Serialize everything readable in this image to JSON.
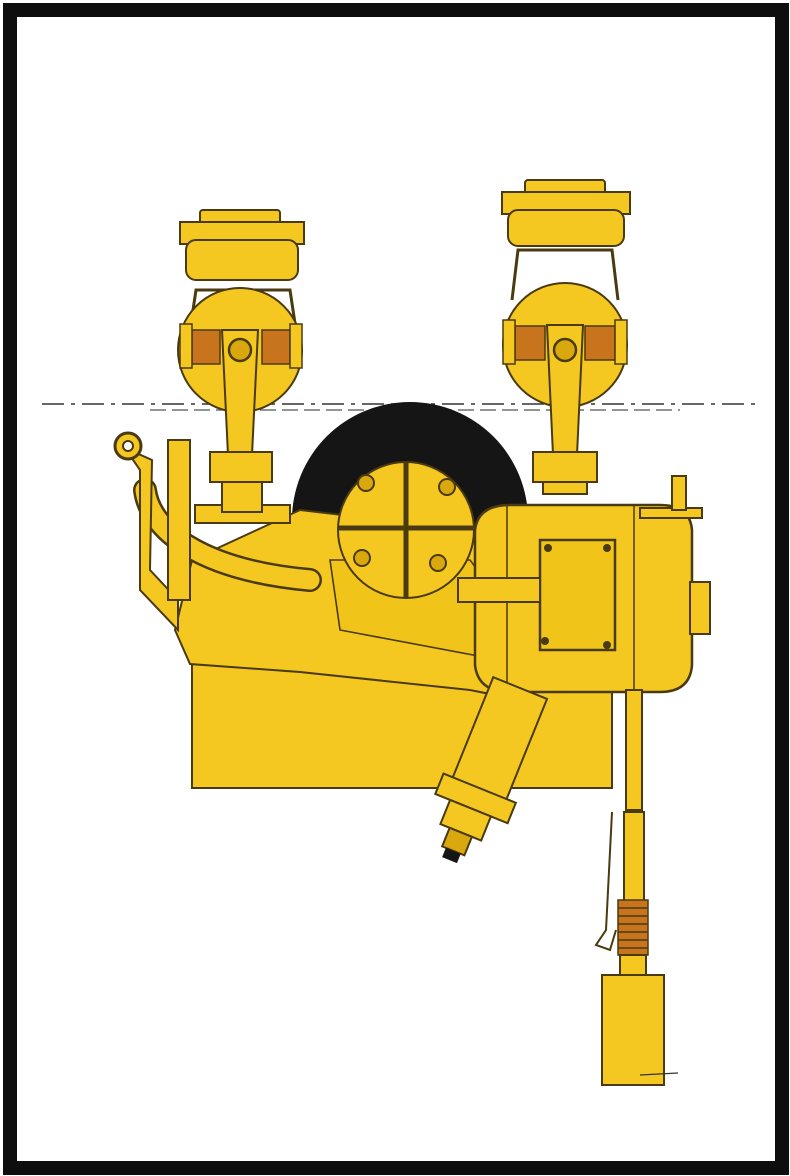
{
  "figure": {
    "description_visible_text": "",
    "colors": {
      "body_yellow": "#F4C820",
      "body_yellow_dark": "#D9A80E",
      "outline": "#4A3A10",
      "tire_black": "#151515",
      "coil_copper": "#C8741C",
      "frame_black": "#0E0E0E",
      "paper": "#FFFFFF"
    },
    "parts": [
      "left-bearing-cap",
      "right-bearing-cap",
      "left-connecting-rod",
      "right-connecting-rod",
      "flywheel-tire",
      "flywheel-hub",
      "gear-housing",
      "motor-box",
      "outlet-nozzle",
      "engine-base",
      "handle-pipe",
      "push-rod",
      "spring-rod",
      "centerline"
    ]
  }
}
